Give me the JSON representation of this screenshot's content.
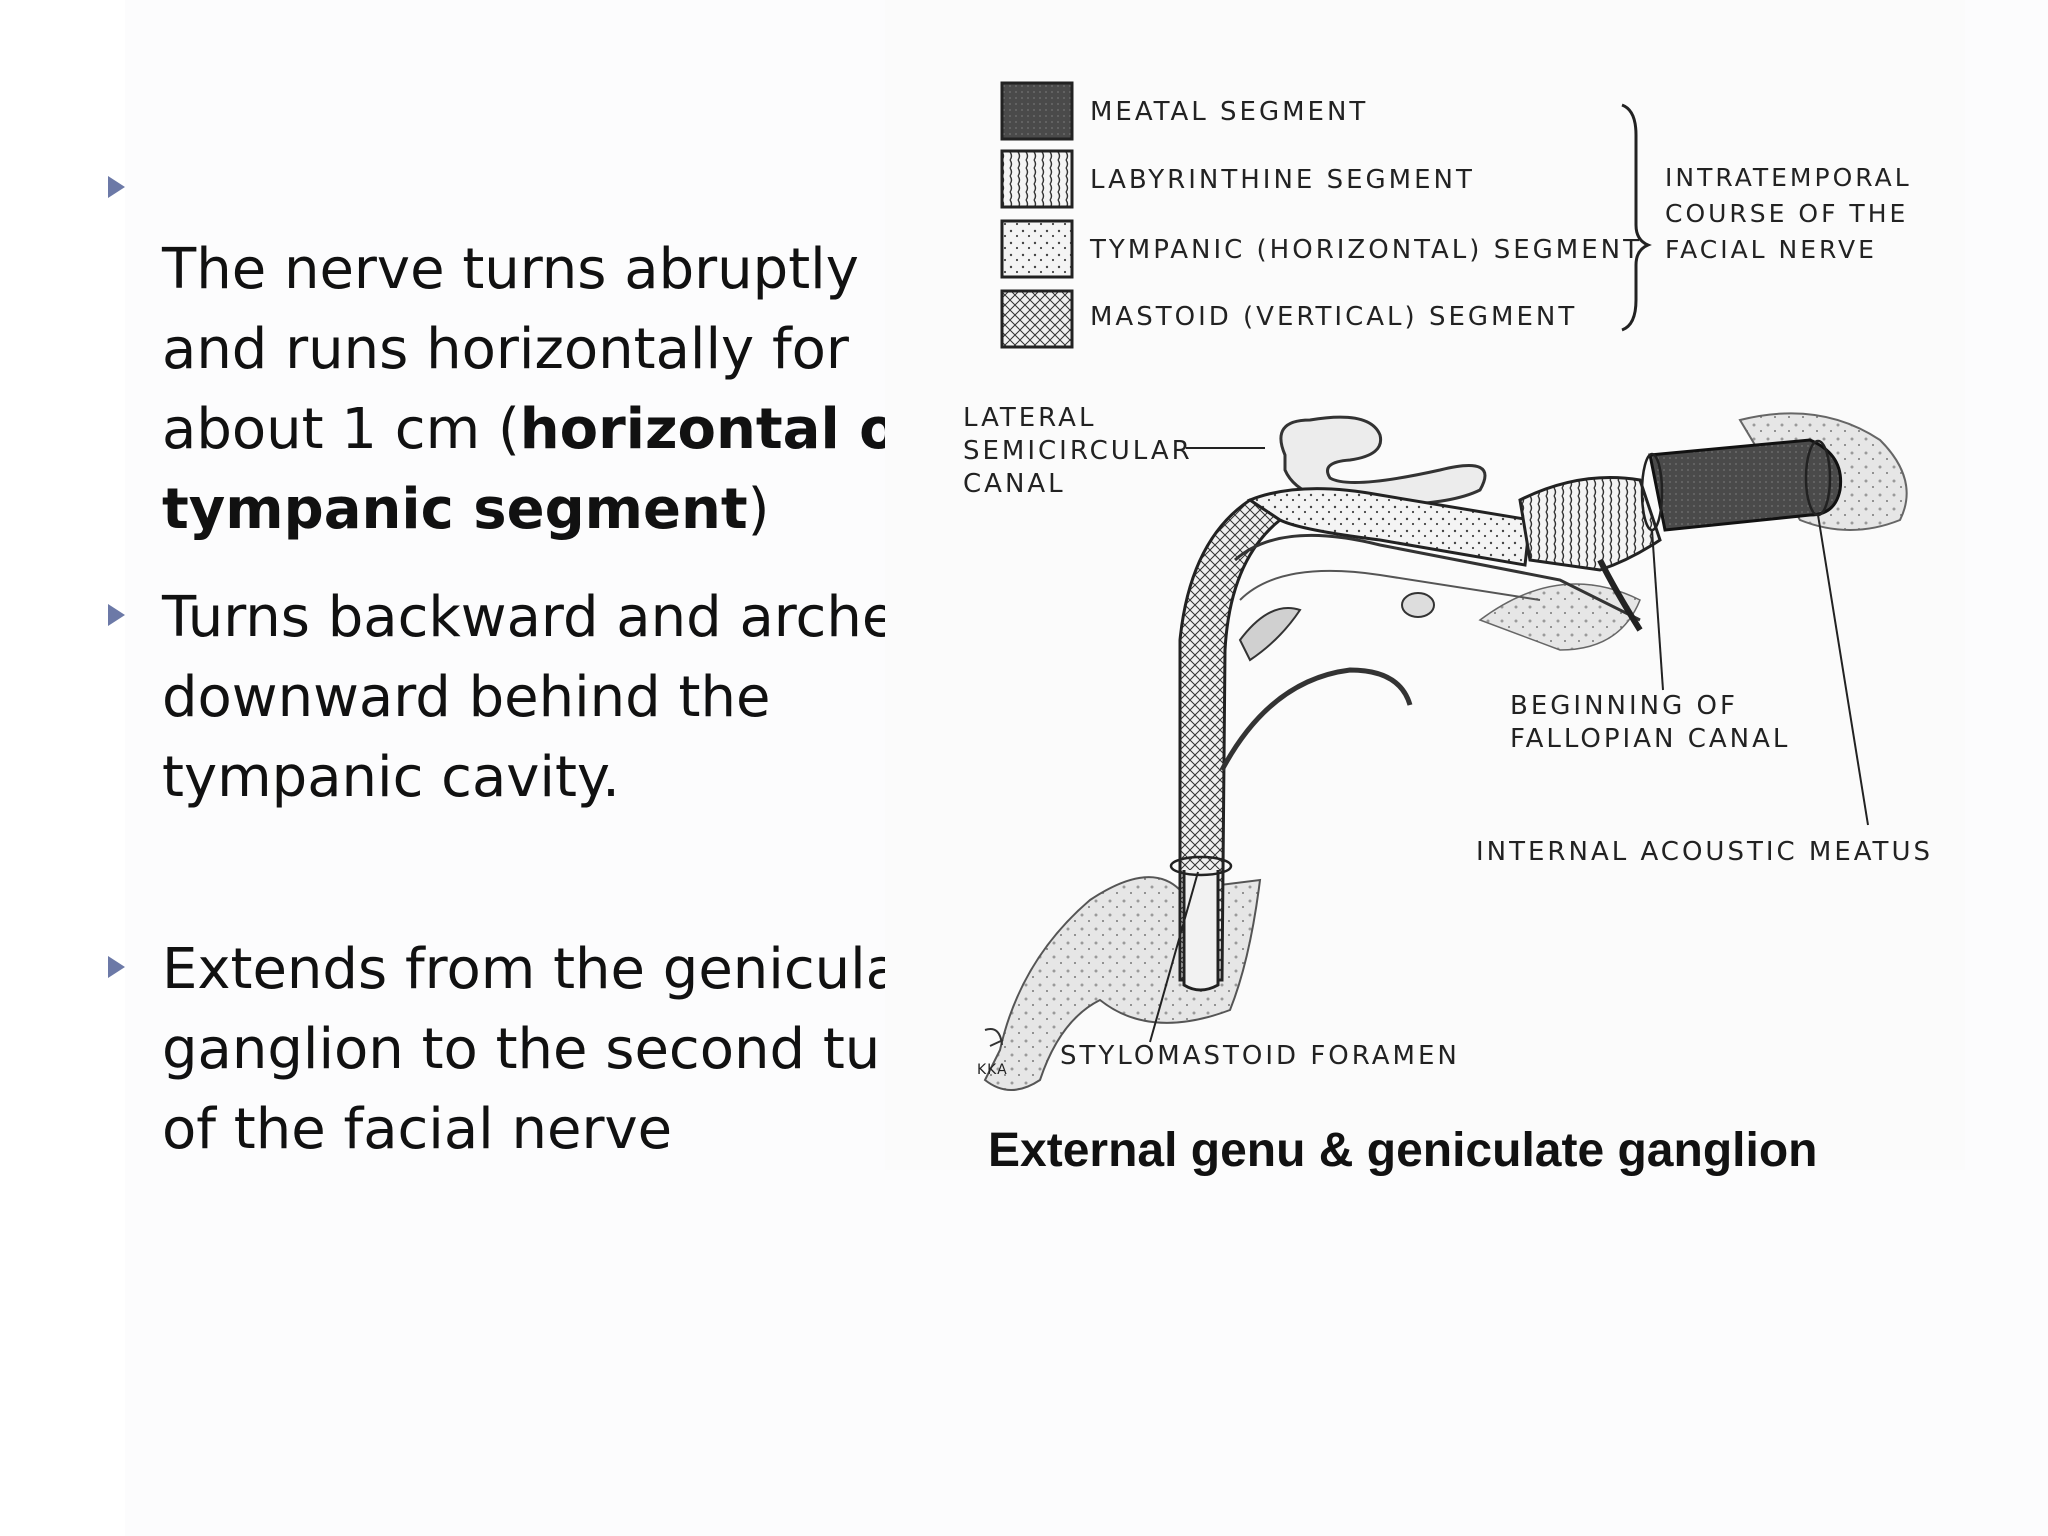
{
  "bullets": [
    {
      "parts": [
        {
          "text": " The nerve turns abruptly\nand runs horizontally for\nabout 1 cm (",
          "bold": false
        },
        {
          "text": "horizontal or\ntympanic segment",
          "bold": true
        },
        {
          "text": ")",
          "bold": false
        }
      ]
    },
    {
      "parts": [
        {
          "text": "Turns backward and arches\ndownward behind the\ntympanic cavity.",
          "bold": false
        }
      ]
    },
    {
      "parts": [
        {
          "text": "Extends from the geniculate\nganglion to the second turn\nof the facial nerve",
          "bold": false
        }
      ]
    }
  ],
  "figure": {
    "legend": [
      {
        "label": "MEATAL SEGMENT",
        "pattern": "solid-dark"
      },
      {
        "label": "LABYRINTHINE SEGMENT",
        "pattern": "vertical-hatch"
      },
      {
        "label": "TYMPANIC (HORIZONTAL) SEGMENT",
        "pattern": "dots"
      },
      {
        "label": "MASTOID (VERTICAL) SEGMENT",
        "pattern": "crosshatch"
      }
    ],
    "brace_label": "INTRATEMPORAL\nCOURSE OF THE\nFACIAL NERVE",
    "labels": {
      "lateral_canal": "LATERAL\nSEMICIRCULAR\nCANAL",
      "fallopian": "BEGINNING OF\nFALLOPIAN CANAL",
      "internal_meatus": "INTERNAL ACOUSTIC MEATUS",
      "stylomastoid": "STYLOMASTOID FORAMEN",
      "signature": "KKA"
    },
    "caption": "External genu & geniculate ganglion"
  },
  "colors": {
    "bullet_marker": "#6c79a7",
    "text": "#111111"
  }
}
